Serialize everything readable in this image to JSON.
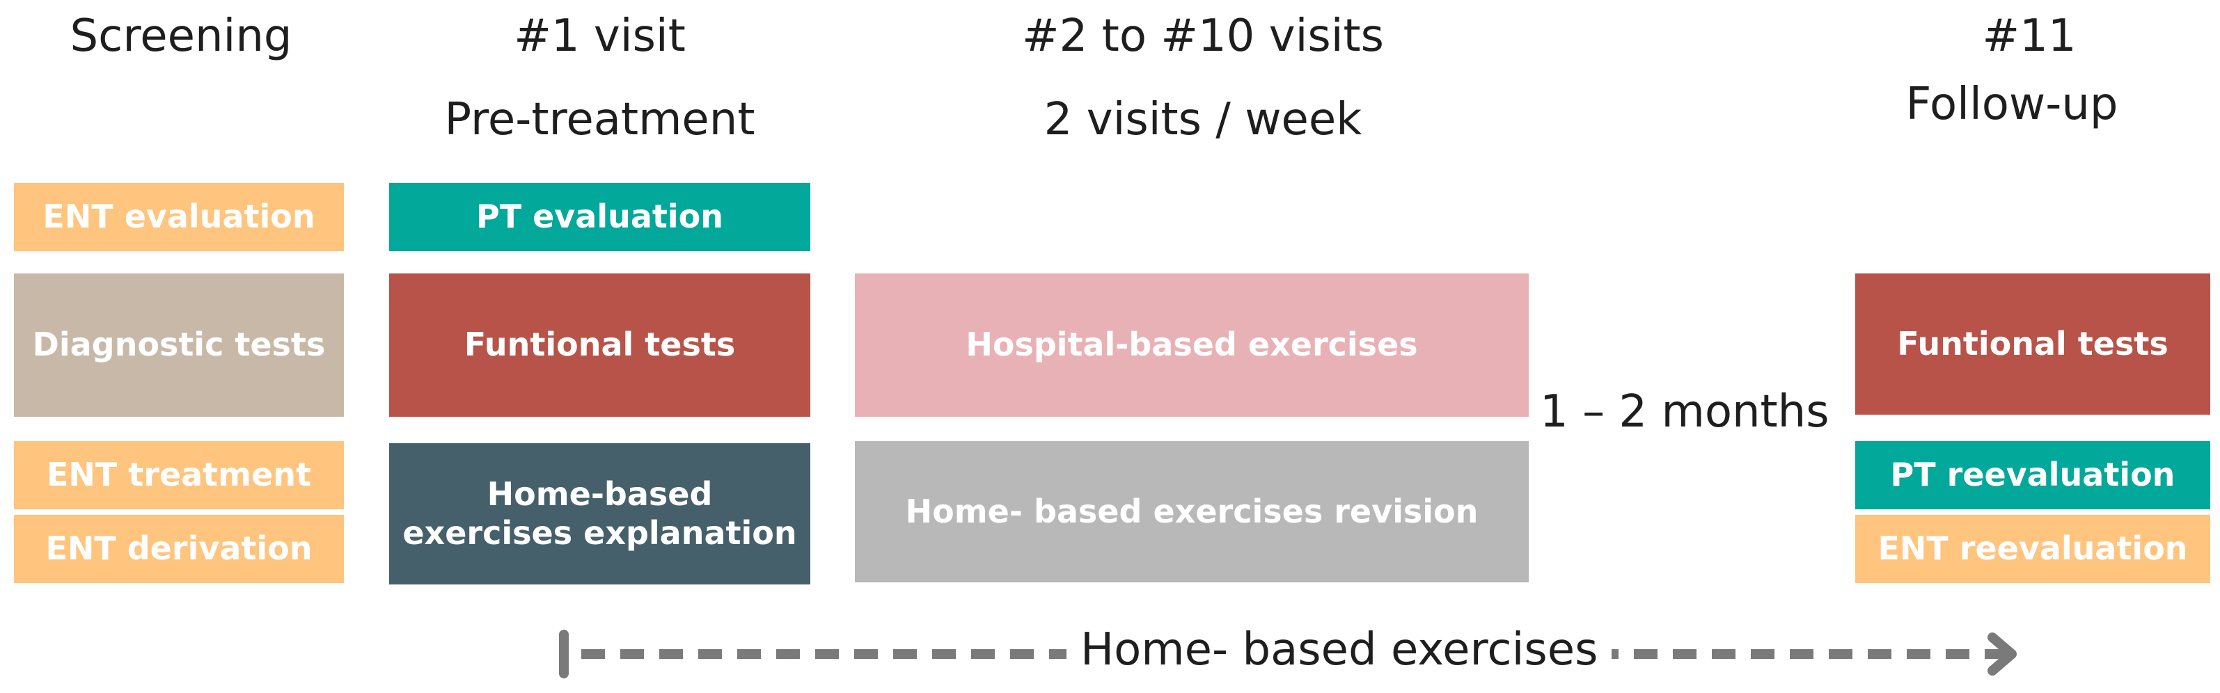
{
  "colors": {
    "ent": "#FFC47D",
    "pt": "#02A899",
    "diagnostic": "#C8B8A7",
    "functional": "#B8534A",
    "home_explanation": "#46606B",
    "hospital": "#E8B1B5",
    "home_revision": "#B8B8B8",
    "arrow": "#7A7A7A"
  },
  "headers": {
    "screening": "Screening",
    "visit1_line1": "#1 visit",
    "visit1_line2": "Pre-treatment",
    "visits2_10_line1": "#2 to #10 visits",
    "visits2_10_line2": "2 visits / week",
    "visit11_line1": "#11",
    "visit11_line2": "Follow-up"
  },
  "screening": {
    "ent_evaluation": "ENT evaluation",
    "diagnostic_tests": "Diagnostic tests",
    "ent_treatment": "ENT treatment",
    "ent_derivation": "ENT derivation"
  },
  "visit1": {
    "pt_evaluation": "PT evaluation",
    "functional_tests": "Funtional tests",
    "home_line1": "Home-based",
    "home_line2": "exercises explanation"
  },
  "visits2_10": {
    "hospital_exercises": "Hospital-based exercises",
    "home_revision": "Home- based exercises revision"
  },
  "gap_label": "1 – 2 months",
  "visit11": {
    "functional_tests": "Funtional tests",
    "pt_reevaluation": "PT reevaluation",
    "ent_reevaluation": "ENT reevaluation"
  },
  "home_based_arrow_label": "Home- based exercises"
}
